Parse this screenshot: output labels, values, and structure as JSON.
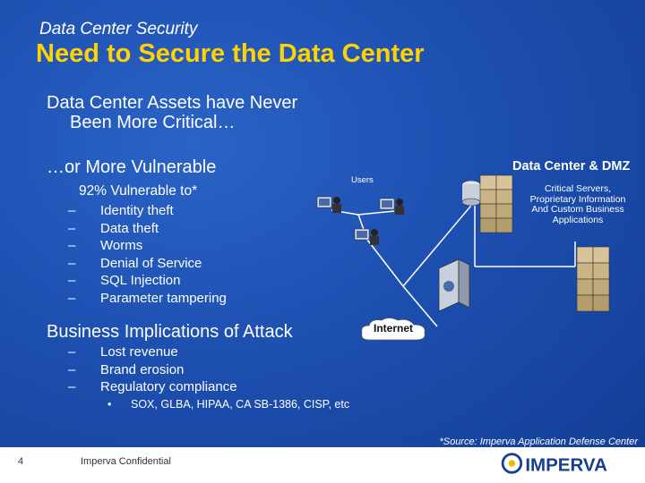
{
  "header": {
    "kicker": "Data Center Security",
    "title": "Need to Secure the Data Center"
  },
  "assets": {
    "headline_line1": "Data Center Assets have Never",
    "headline_line2": "Been More Critical…"
  },
  "vulnerable": {
    "headline": "…or More Vulnerable",
    "stat": "92% Vulnerable to*",
    "items": [
      "Identity theft",
      "Data theft",
      "Worms",
      "Denial of Service",
      "SQL Injection",
      "Parameter tampering"
    ]
  },
  "implications": {
    "headline": "Business Implications of Attack",
    "items": [
      "Lost revenue",
      "Brand erosion",
      "Regulatory compliance"
    ],
    "sub_items": [
      "SOX, GLBA, HIPAA, CA SB-1386, CISP, etc"
    ]
  },
  "diagram": {
    "users_label": "Users",
    "dc_title": "Data Center & DMZ",
    "dc_caption_lines": [
      "Critical Servers,",
      "Proprietary Information",
      "And Custom Business",
      "Applications"
    ],
    "internet_label": "Internet"
  },
  "source": "*Source: Imperva Application Defense Center",
  "footer": {
    "page_number": "4",
    "confidential": "Imperva Confidential",
    "logo_text": "IMPERVA"
  },
  "colors": {
    "background": "#1d4fb0",
    "title": "#ffd200",
    "text": "#ffffff",
    "logo": "#173e8f",
    "logo_accent": "#f0b800"
  }
}
